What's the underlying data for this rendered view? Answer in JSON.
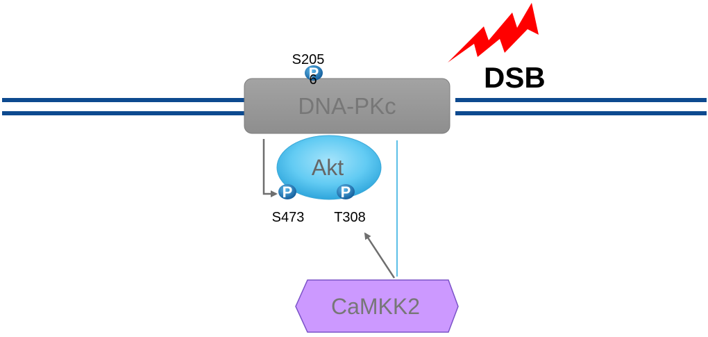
{
  "dsb": {
    "label": "DSB",
    "bolt_color": "#ff0000"
  },
  "dna_pkc": {
    "label": "DNA-PKc",
    "fill": "#999999",
    "text_color": "#777777",
    "site": "S205",
    "site_line2": "6"
  },
  "akt": {
    "label": "Akt",
    "text_color": "#666666",
    "sites": [
      "S473",
      "T308"
    ]
  },
  "camkk2": {
    "label": "CaMKK2",
    "fill": "#cc99ff",
    "text_color": "#777777"
  },
  "phospho": {
    "label": "P"
  },
  "colors": {
    "dna": "#0d4a8f",
    "akt_fill": "#4fc3f0",
    "phospho": "#1e86c8",
    "arrow": "#6e6e6e",
    "inhibit_line": "#5bbfe6"
  }
}
